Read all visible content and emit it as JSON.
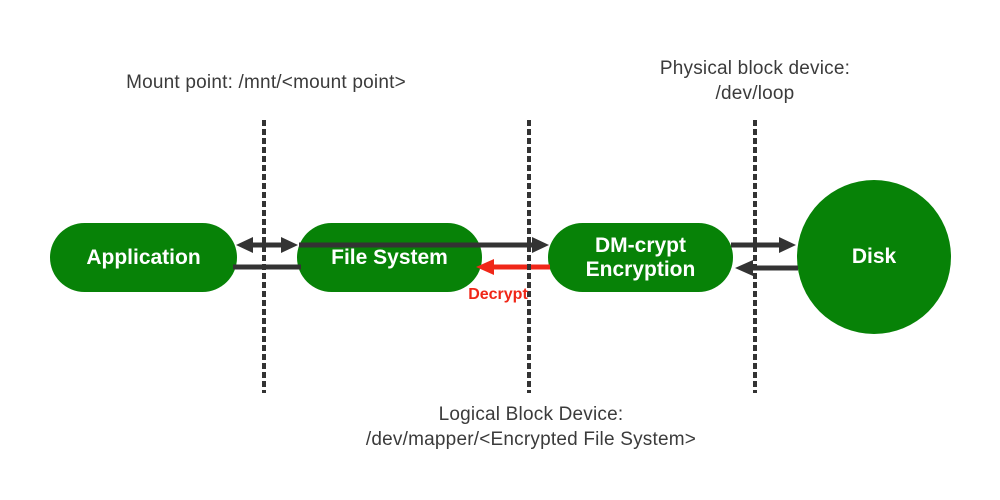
{
  "colors": {
    "node_green": "#078207",
    "line_dark": "#333333",
    "decrypt_red": "#f02718",
    "node_text": "#ffffff",
    "caption_text": "#3b3b3b"
  },
  "captions": {
    "mount_point": "Mount point: /mnt/<mount point>",
    "physical_line1": "Physical block device:",
    "physical_line2": "/dev/loop",
    "logical_line1": "Logical Block Device:",
    "logical_line2": "/dev/mapper/<Encrypted File System>"
  },
  "nodes": {
    "application": {
      "label": "Application"
    },
    "file_system": {
      "label": "File System"
    },
    "dm_crypt": {
      "line1": "DM-crypt",
      "line2": "Encryption"
    },
    "disk": {
      "label": "Disk"
    }
  },
  "edges": {
    "decrypt_label": "Decrypt"
  },
  "diagram": {
    "type": "flow",
    "connections": [
      {
        "from": "application",
        "to": "file_system",
        "style": "double-arrow"
      },
      {
        "from": "application",
        "to": "file_system",
        "style": "plain-line"
      },
      {
        "from": "file_system",
        "to": "dm_crypt",
        "style": "arrow-right"
      },
      {
        "from": "dm_crypt",
        "to": "file_system",
        "style": "arrow-left-red",
        "label": "Decrypt"
      },
      {
        "from": "dm_crypt",
        "to": "disk",
        "style": "arrow-right"
      },
      {
        "from": "disk",
        "to": "dm_crypt",
        "style": "arrow-left"
      }
    ],
    "boundaries": [
      "mount-point-boundary",
      "logical-block-boundary",
      "physical-block-boundary"
    ]
  }
}
